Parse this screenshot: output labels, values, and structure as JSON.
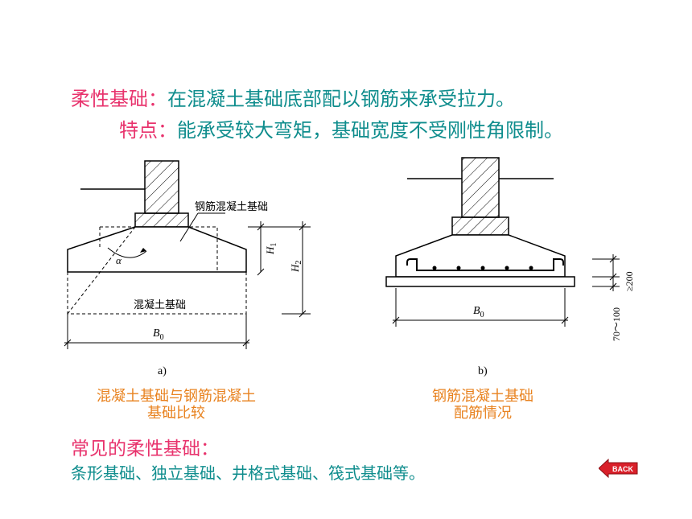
{
  "title": {
    "label1": "柔性基础：",
    "text1": "在混凝土基础底部配以钢筋来承受拉力。",
    "label2": "特点：",
    "text2": "能承受较大弯矩，基础宽度不受刚性角限制。"
  },
  "figure_a": {
    "label_rc": "钢筋混凝土基础",
    "label_plain": "混凝土基础",
    "angle": "α",
    "h1": "H",
    "h1_sub": "1",
    "h2": "H",
    "h2_sub": "2",
    "b0": "B",
    "b0_sub": "0",
    "tag": "a)",
    "caption_line1": "混凝土基础与钢筋混凝土",
    "caption_line2": "基础比较"
  },
  "figure_b": {
    "b0": "B",
    "b0_sub": "0",
    "dim_top": "≥200",
    "dim_bottom": "70～100",
    "tag": "b)",
    "caption_line1": "钢筋混凝土基础",
    "caption_line2": "配筋情况"
  },
  "common": {
    "heading": "常见的柔性基础：",
    "list": "条形基础、独立基础、井格式基础、筏式基础等。"
  },
  "back_button": {
    "label": "BACK"
  },
  "colors": {
    "pink": "#e8336d",
    "teal": "#0f8d8d",
    "orange": "#e8821f",
    "back_red": "#d9202a"
  }
}
